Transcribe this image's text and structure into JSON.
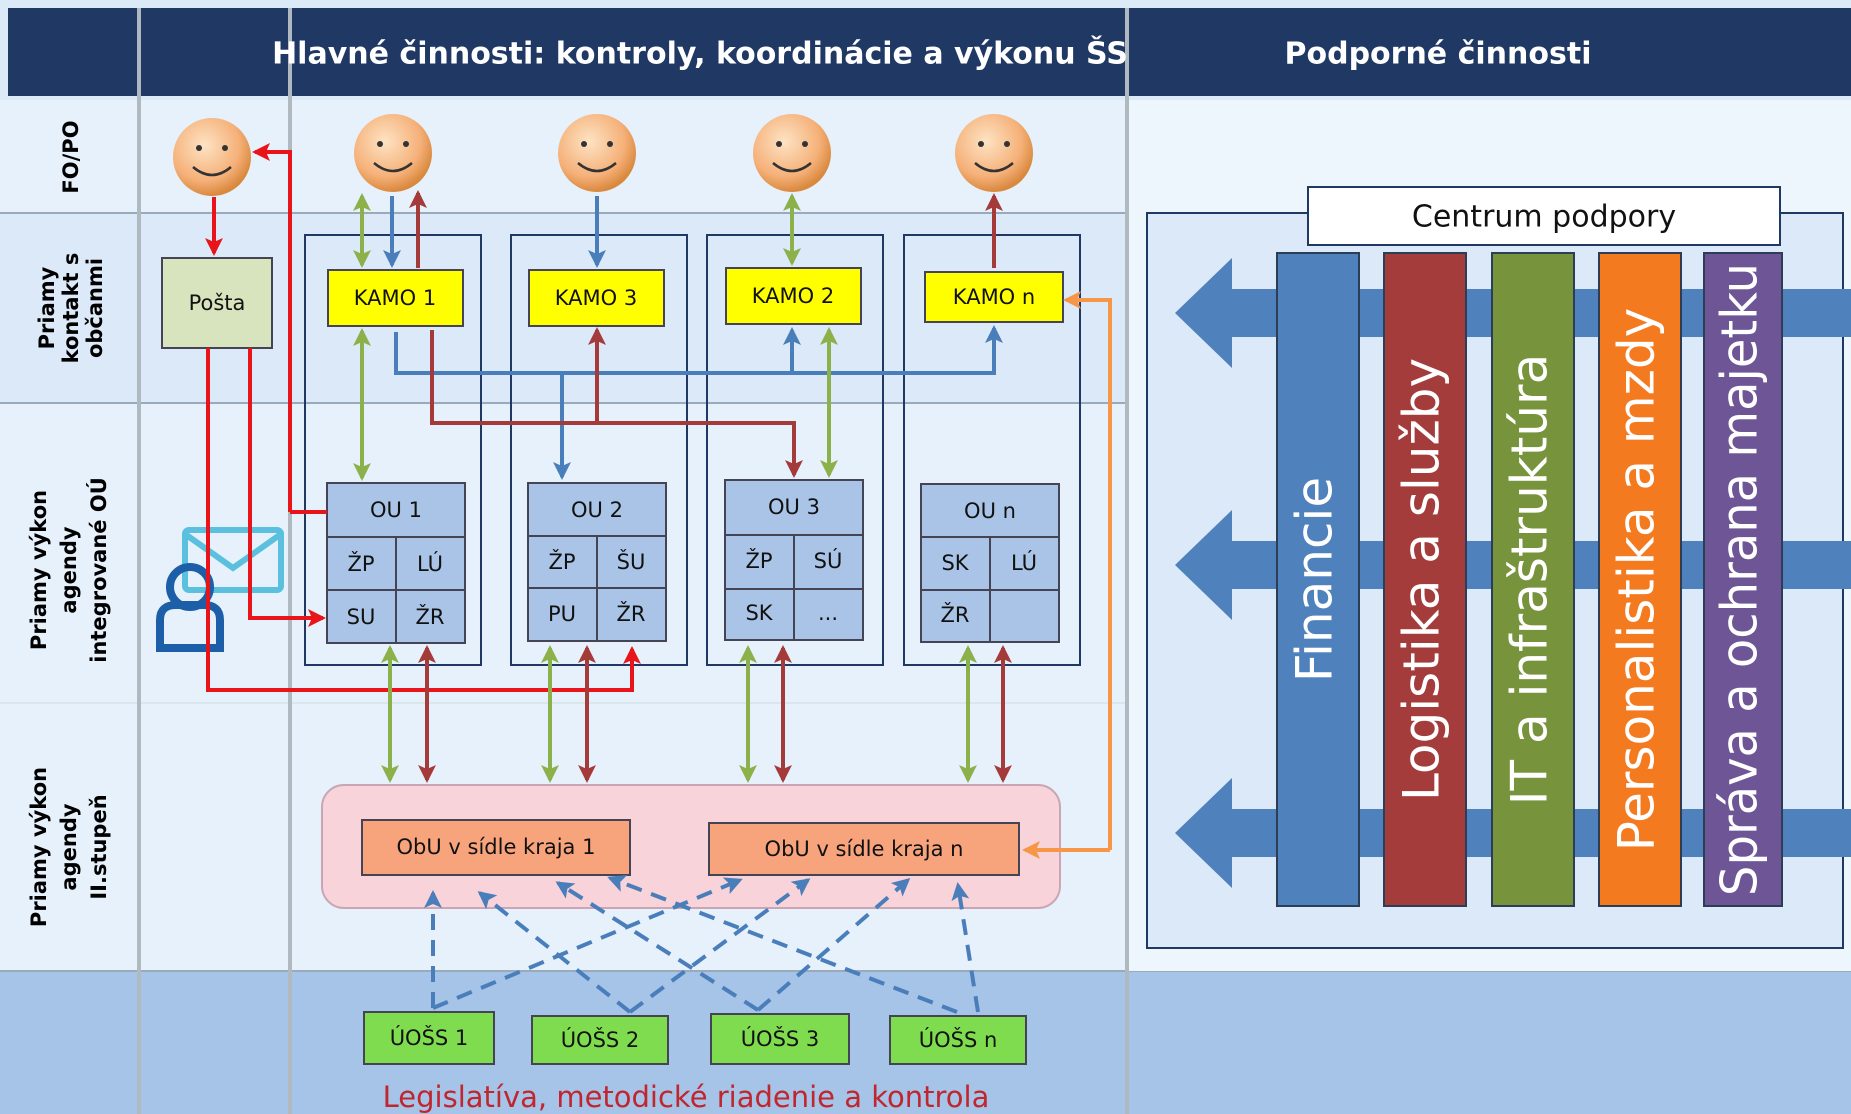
{
  "header": {
    "main_activities": "Hlavné činnosti: kontroly, koordinácie a výkonu ŠS",
    "support_activities": "Podporné činnosti"
  },
  "rows": {
    "fo_po": "FO/PO",
    "direct_contact": [
      "Priamy",
      "kontakt s",
      "občanmi"
    ],
    "direct_integrated": [
      "Priamy výkon",
      "agendy",
      "integrované OÚ"
    ],
    "direct_second": [
      "Priamy výkon",
      "agendy",
      "II.stupeň"
    ]
  },
  "posta": "Pošta",
  "kamo": [
    "KAMO 1",
    "KAMO 3",
    "KAMO 2",
    "KAMO n"
  ],
  "ou": [
    {
      "title": "OU 1",
      "cells": [
        "ŽP",
        "LÚ",
        "SU",
        "ŽR"
      ]
    },
    {
      "title": "OU 2",
      "cells": [
        "ŽP",
        "ŠU",
        "PU",
        "ŽR"
      ]
    },
    {
      "title": "OU 3",
      "cells": [
        "ŽP",
        "SÚ",
        "SK",
        "..."
      ]
    },
    {
      "title": "OU n",
      "cells": [
        "SK",
        "LÚ",
        "ŽR",
        ""
      ]
    }
  ],
  "obu": [
    "ObU v sídle kraja 1",
    "ObU v sídle kraja n"
  ],
  "uoss": [
    "ÚOŠS 1",
    "ÚOŠS 2",
    "ÚOŠS 3",
    "ÚOŠS n"
  ],
  "legislation": "Legislatíva, metodické riadenie a kontrola",
  "support_center": {
    "title": "Centrum podpory",
    "bars": [
      {
        "label": "Financie",
        "color": "#4f81bd"
      },
      {
        "label": "Logistika a služby",
        "color": "#a33c3a"
      },
      {
        "label": "IT a infraštruktúra",
        "color": "#77933c"
      },
      {
        "label": "Personalistika a mzdy",
        "color": "#f47a20"
      },
      {
        "label": "Správa a ochrana majetku",
        "color": "#6e5596"
      }
    ]
  },
  "colors": {
    "header_bg": "#1f3864",
    "red": "#e8141a",
    "blue": "#4a7ebb",
    "green": "#8cb04a",
    "darkred": "#a53a3a",
    "orange": "#f79646",
    "kamo_fill": "#ffff00",
    "ou_fill": "#a9c4e6",
    "obu_fill": "#f7a47d",
    "uoss_fill": "#7fdc4e",
    "posta_fill": "#d7e4bd"
  }
}
